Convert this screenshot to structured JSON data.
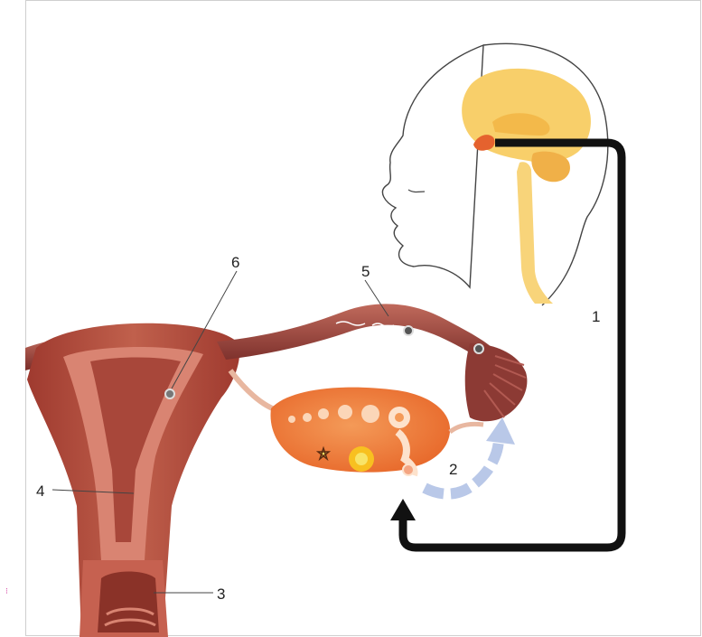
{
  "labels": {
    "l1": "1",
    "l2": "2",
    "l3": "3",
    "l4": "4",
    "l5": "5",
    "l6": "6"
  },
  "colors": {
    "brain": "#f8cf6a",
    "pituitary": "#e5622e",
    "uterus": "#b24a3c",
    "uterus_light": "#d98472",
    "ovary": "#f08038",
    "feedback_arrow": "#b9c8e8",
    "hormone_arrow": "#111111"
  }
}
